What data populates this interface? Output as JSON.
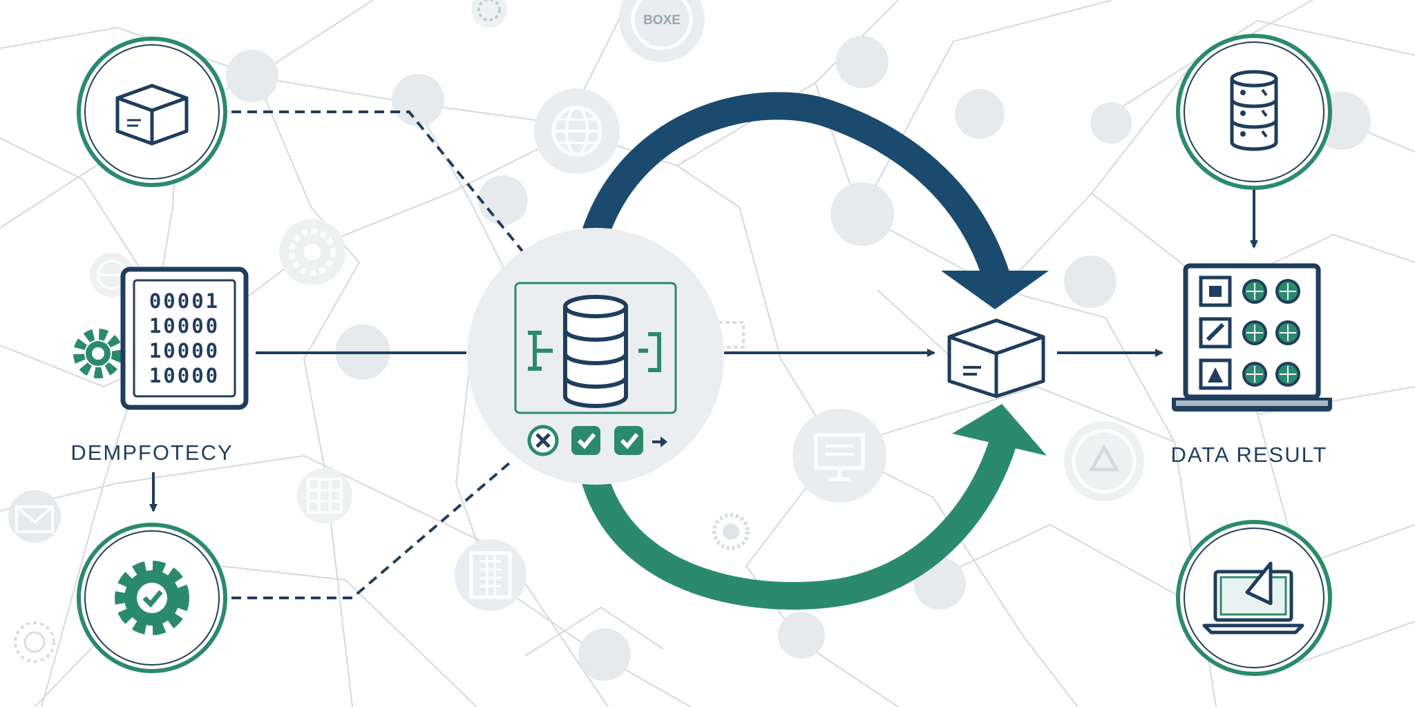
{
  "labels": {
    "left": "DEMPFOTECY",
    "right": "DATA RESULT",
    "top_badge": "BOXE"
  },
  "binary_rows": [
    "00001",
    "10000",
    "10000",
    "10000"
  ],
  "colors": {
    "navy": "#1f3d5c",
    "arc_navy": "#1a4a6e",
    "green": "#2b8a6e",
    "node_gray": "#e6eaec",
    "network_line": "#d3d9dd",
    "background": "#ffffff"
  },
  "nodes": {
    "left_top": {
      "icon": "box-icon"
    },
    "left_middle": {
      "icon": "binary-tablet-icon",
      "accessory": "gear-icon"
    },
    "left_bottom": {
      "icon": "gear-check-icon"
    },
    "center_hub": {
      "icon": "database-icon",
      "status_icons": [
        "tools-icon",
        "check-icon",
        "check-icon",
        "arrow-icon"
      ]
    },
    "output_box": {
      "icon": "box-icon"
    },
    "right_top": {
      "icon": "database-icon"
    },
    "right_middle": {
      "icon": "dashboard-laptop-icon"
    },
    "right_bottom": {
      "icon": "laptop-icon"
    }
  }
}
